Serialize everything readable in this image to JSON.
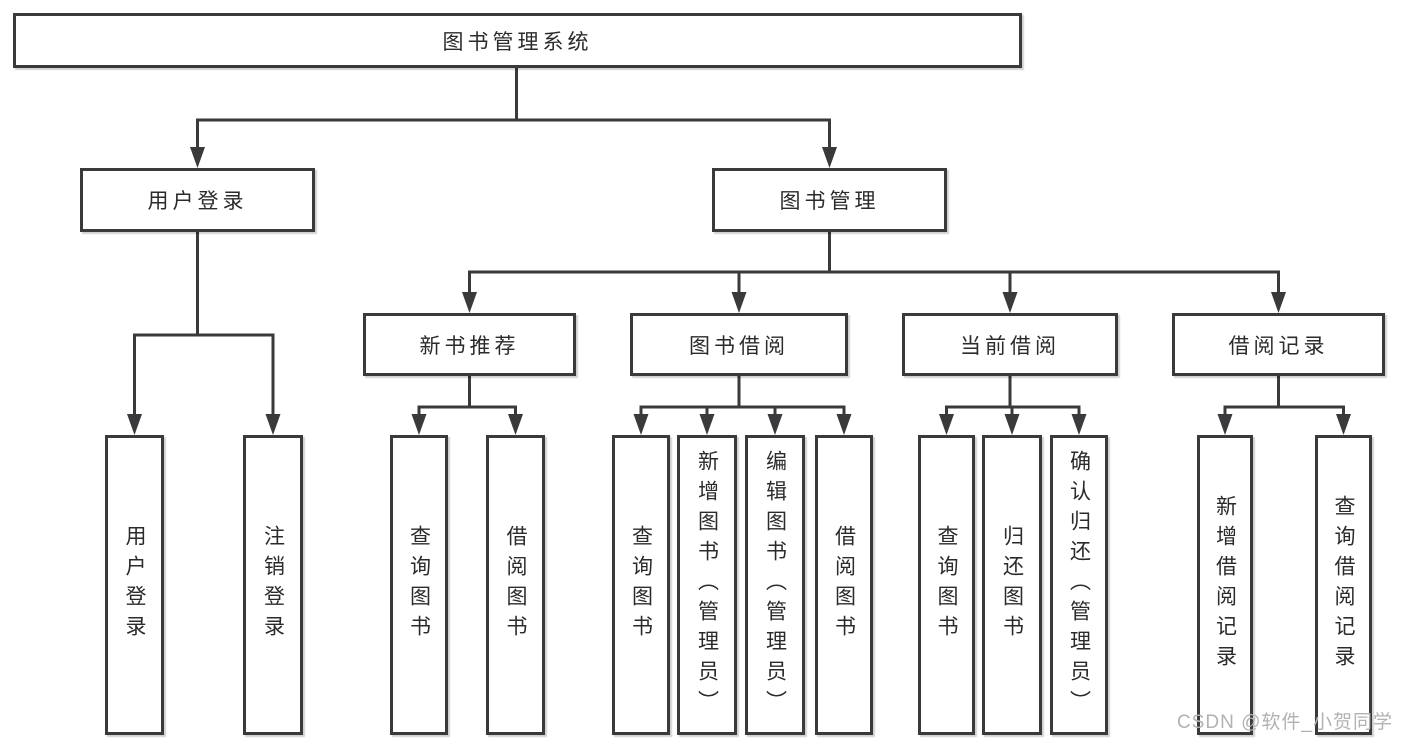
{
  "tree": {
    "label": "图书管理系统",
    "children": [
      {
        "label": "用户登录",
        "leaves": [
          "用户登录",
          "注销登录"
        ]
      },
      {
        "label": "图书管理",
        "children": [
          {
            "label": "新书推荐",
            "leaves": [
              "查询图书",
              "借阅图书"
            ]
          },
          {
            "label": "图书借阅",
            "leaves": [
              "查询图书",
              "新增图书（管理员）",
              "编辑图书（管理员）",
              "借阅图书"
            ]
          },
          {
            "label": "当前借阅",
            "leaves": [
              "查询图书",
              "归还图书",
              "确认归还（管理员）"
            ]
          },
          {
            "label": "借阅记录",
            "leaves": [
              "新增借阅记录",
              "查询借阅记录"
            ]
          }
        ]
      }
    ]
  },
  "watermark": "CSDN @软件_小贺同学",
  "colors": {
    "line": "#3a3a3c",
    "box_border": "#3a3a3c",
    "text": "#2b2b2d",
    "background": "#ffffff",
    "watermark": "#b2b2b2"
  }
}
